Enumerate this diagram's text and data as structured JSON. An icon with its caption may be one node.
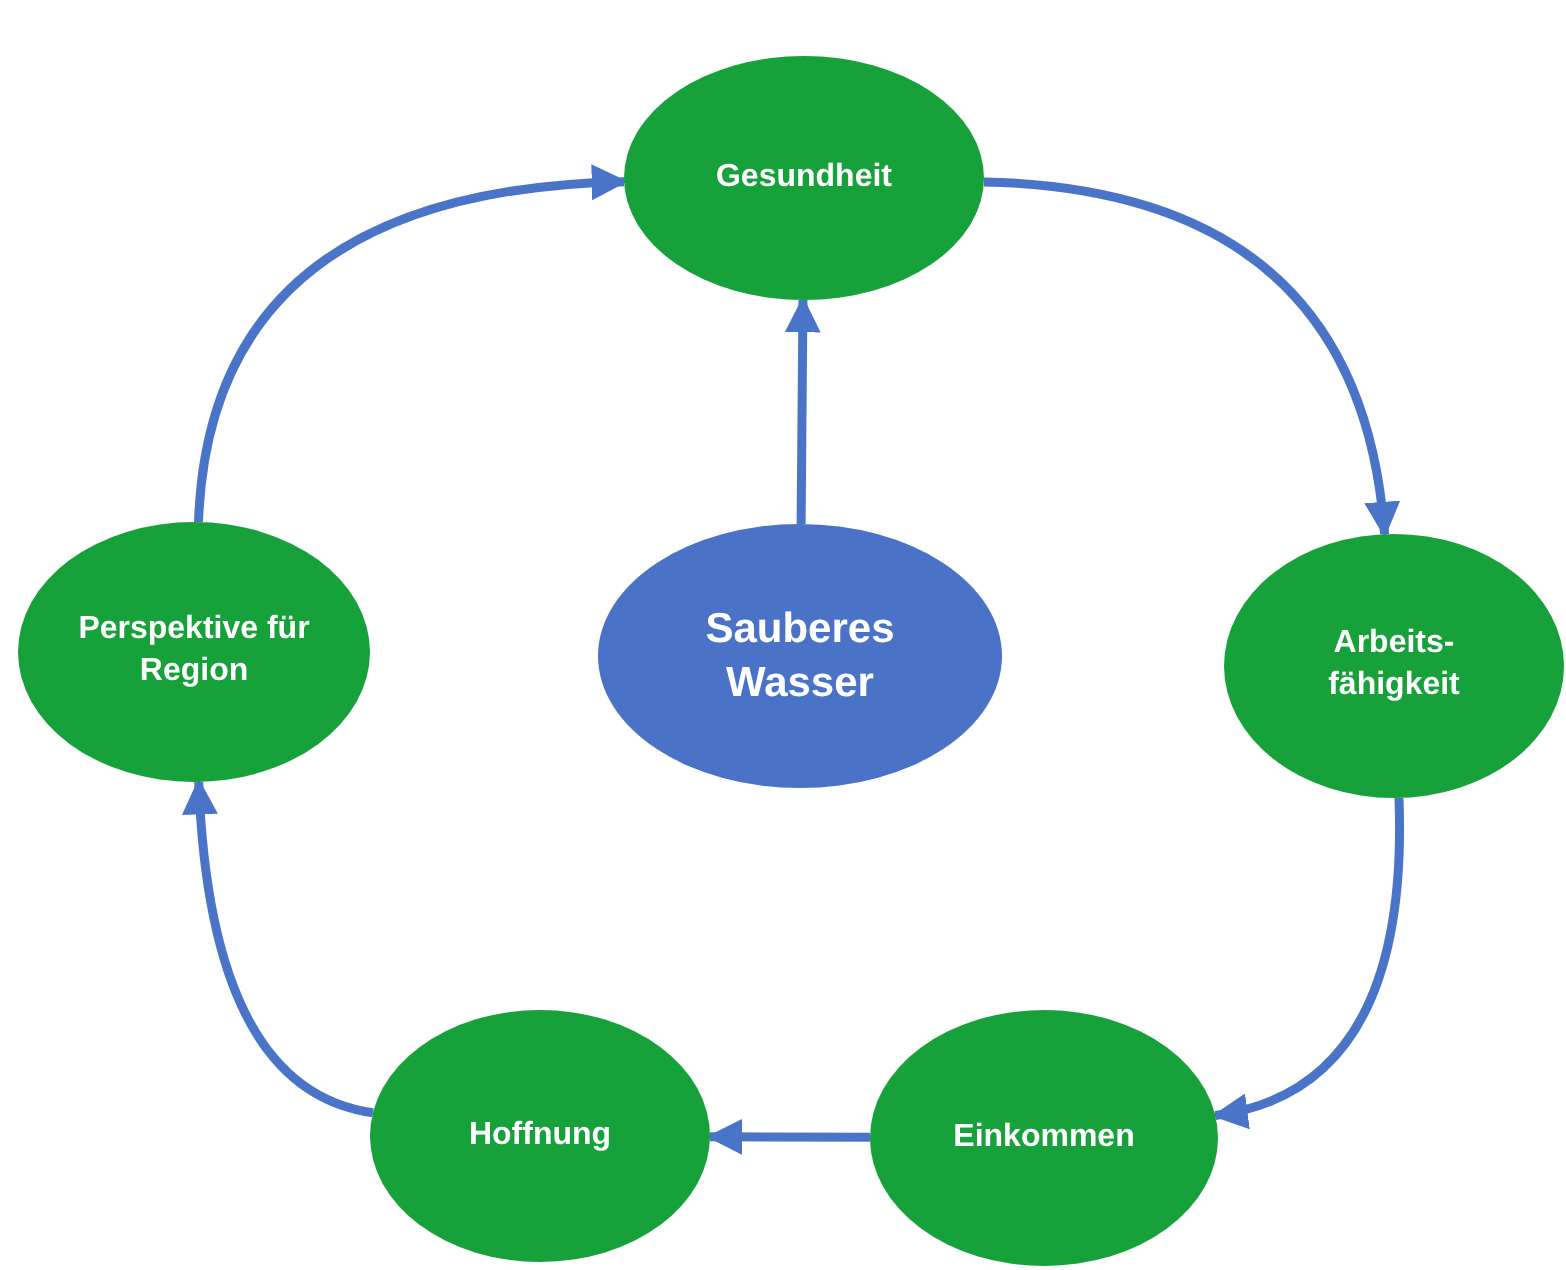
{
  "diagram": {
    "nodes": [
      {
        "text": [
          "Gesundheit"
        ]
      },
      {
        "text": [
          "Perspektive für Region"
        ]
      },
      {
        "text": [
          "Sauberes Wasser"
        ]
      },
      {
        "text": [
          "Arbeits- fähigkeit"
        ]
      },
      {
        "text": [
          "Hoffnung"
        ]
      },
      {
        "text": [
          "Einkommen"
        ]
      }
    ],
    "edges": [
      {
        "from": 2,
        "to": 0,
        "arrow": "to"
      },
      {
        "from": 0,
        "to": 3,
        "arrow": "to"
      },
      {
        "from": 3,
        "to": 5,
        "arrow": "to"
      },
      {
        "from": 5,
        "to": 4,
        "arrow": "to"
      },
      {
        "from": 4,
        "to": 1,
        "arrow": "to"
      },
      {
        "from": 1,
        "to": 0,
        "arrow": "to"
      }
    ]
  }
}
